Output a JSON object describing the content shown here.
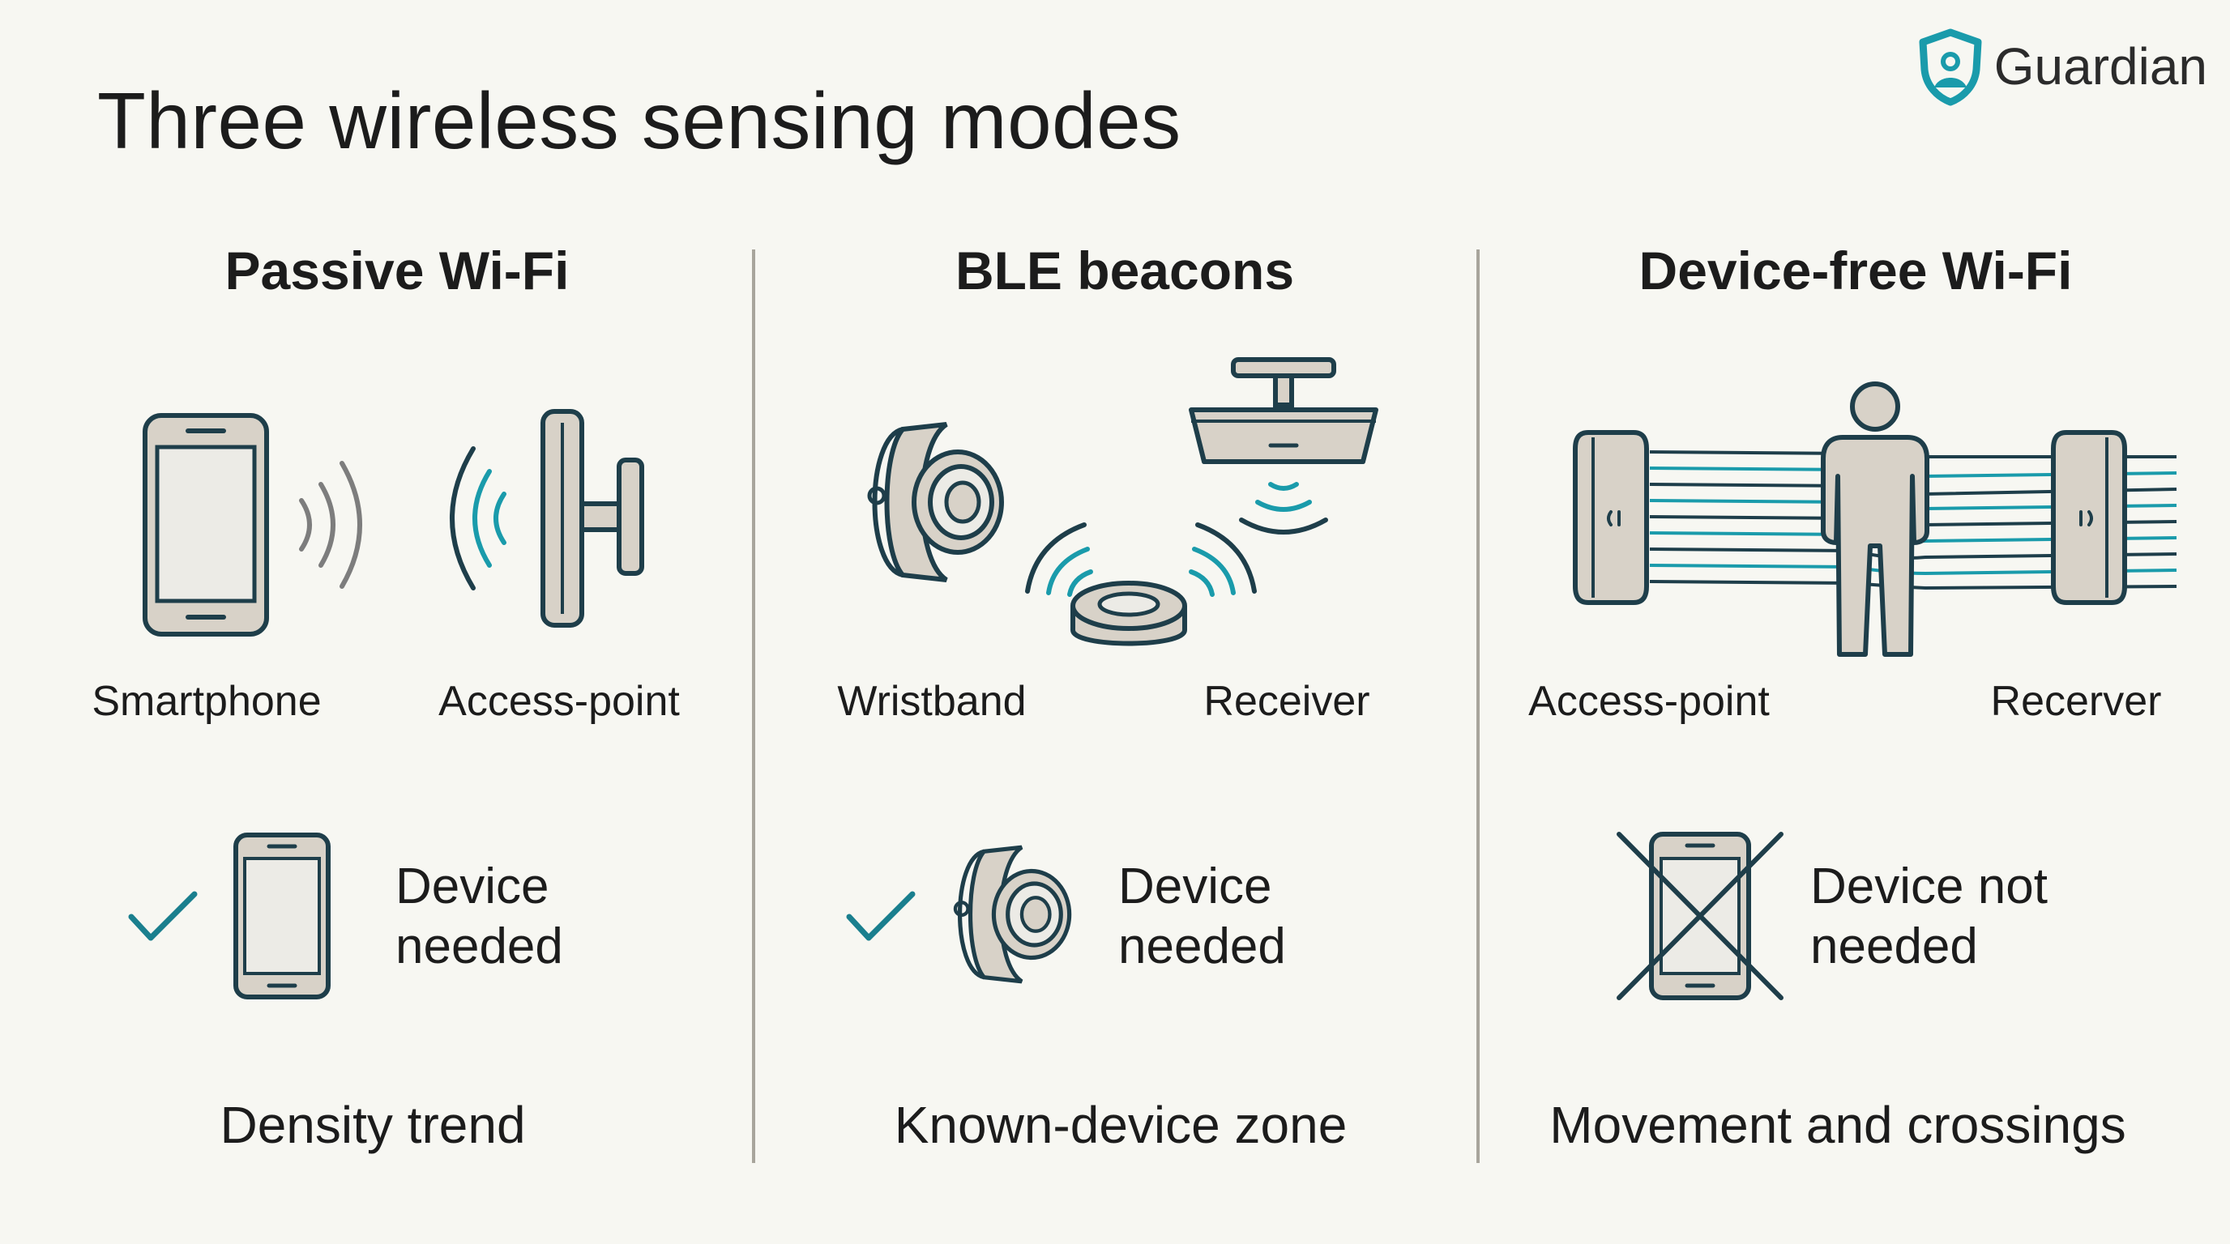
{
  "title": "Three wireless sensing modes",
  "brand": {
    "name": "Guardian",
    "icon": "shield-person-icon"
  },
  "colors": {
    "accent": "#1a9bab",
    "outline": "#1e3e4a",
    "device_fill": "#d8d2c8",
    "screen_fill": "#ecebe6",
    "wave_grey": "#7d7d7d",
    "divider": "#a8a59c"
  },
  "columns": [
    {
      "title": "Passive Wi-Fi",
      "labels": [
        "Smartphone",
        "Access-point"
      ],
      "requirement": {
        "status": "check",
        "line1": "Device",
        "line2": "needed"
      },
      "summary": "Density trend"
    },
    {
      "title": "BLE beacons",
      "labels": [
        "Wristband",
        "Receiver"
      ],
      "requirement": {
        "status": "check",
        "line1": "Device",
        "line2": "needed"
      },
      "summary": "Known-device zone"
    },
    {
      "title": "Device-free Wi-Fi",
      "labels": [
        "Access-point",
        "Recerver"
      ],
      "requirement": {
        "status": "cross",
        "line1": "Device not",
        "line2": "needed"
      },
      "summary": "Movement and crossings"
    }
  ]
}
